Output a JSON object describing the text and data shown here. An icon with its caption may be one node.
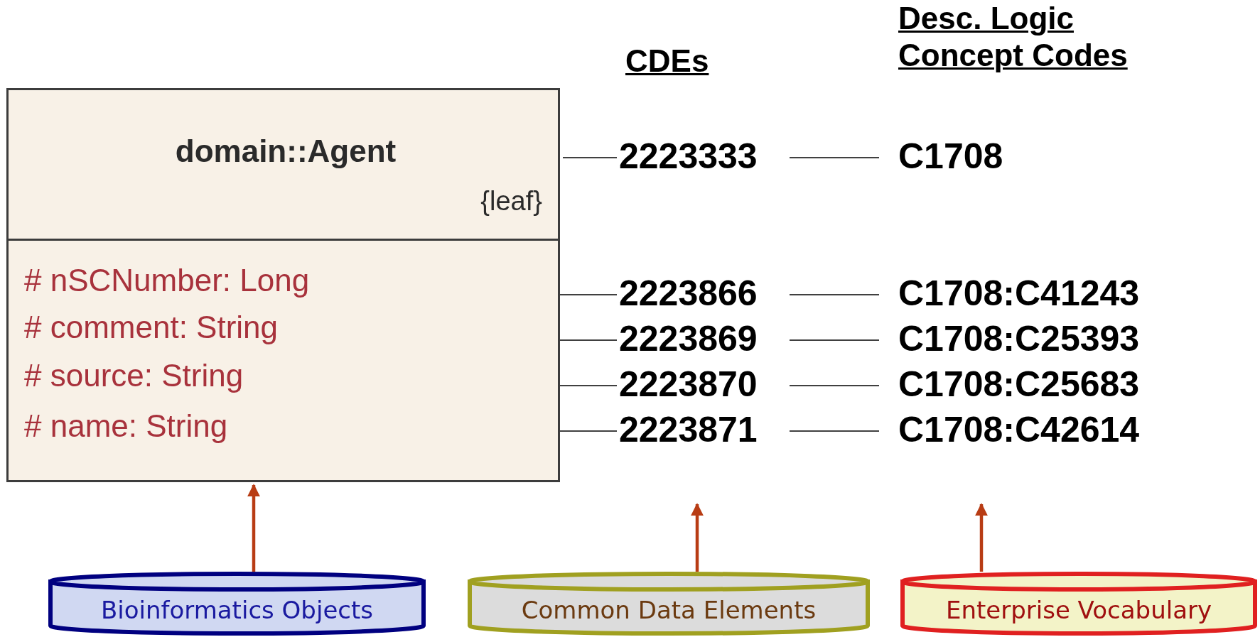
{
  "diagram": {
    "nodes": [
      {
        "text": [
          "domain::Agent",
          "{leaf}"
        ]
      },
      {
        "text": [
          "# nSCNumber: Long"
        ],
        "in": 0
      },
      {
        "text": [
          "# comment: String"
        ],
        "in": 0
      },
      {
        "text": [
          "# source: String"
        ],
        "in": 0
      },
      {
        "text": [
          "# name: String"
        ],
        "in": 0
      },
      {
        "text": [
          "2223333"
        ]
      },
      {
        "text": [
          "2223866"
        ]
      },
      {
        "text": [
          "2223869"
        ]
      },
      {
        "text": [
          "2223870"
        ]
      },
      {
        "text": [
          "2223871"
        ]
      },
      {
        "text": [
          "C1708"
        ]
      },
      {
        "text": [
          "C1708:C41243"
        ]
      },
      {
        "text": [
          "C1708:C25393"
        ]
      },
      {
        "text": [
          "C1708:C25683"
        ]
      },
      {
        "text": [
          "C1708:C42614"
        ]
      },
      {
        "text": [
          "Bioinformatics Objects"
        ]
      },
      {
        "text": [
          "Common Data Elements"
        ]
      },
      {
        "text": [
          "Enterprise Vocabulary"
        ]
      }
    ],
    "edges": [
      {
        "from": 0,
        "to": 5,
        "arrow": "none"
      },
      {
        "from": 1,
        "to": 6,
        "arrow": "none"
      },
      {
        "from": 2,
        "to": 7,
        "arrow": "none"
      },
      {
        "from": 3,
        "to": 8,
        "arrow": "none"
      },
      {
        "from": 4,
        "to": 9,
        "arrow": "none"
      },
      {
        "from": 5,
        "to": 10,
        "arrow": "none"
      },
      {
        "from": 6,
        "to": 11,
        "arrow": "none"
      },
      {
        "from": 7,
        "to": 12,
        "arrow": "none"
      },
      {
        "from": 8,
        "to": 13,
        "arrow": "none"
      },
      {
        "from": 9,
        "to": 14,
        "arrow": "none"
      },
      {
        "from": 15,
        "to": 0,
        "arrow": "to",
        "color": "#b83c14",
        "style": "thick"
      },
      {
        "from": 16,
        "to": null,
        "arrow": "to",
        "color": "#b83c14",
        "style": "thick"
      },
      {
        "from": 17,
        "to": null,
        "arrow": "to",
        "color": "#b83c14",
        "style": "thick"
      }
    ],
    "labels": [
      "CDEs",
      "Desc. Logic Concept Codes"
    ]
  }
}
